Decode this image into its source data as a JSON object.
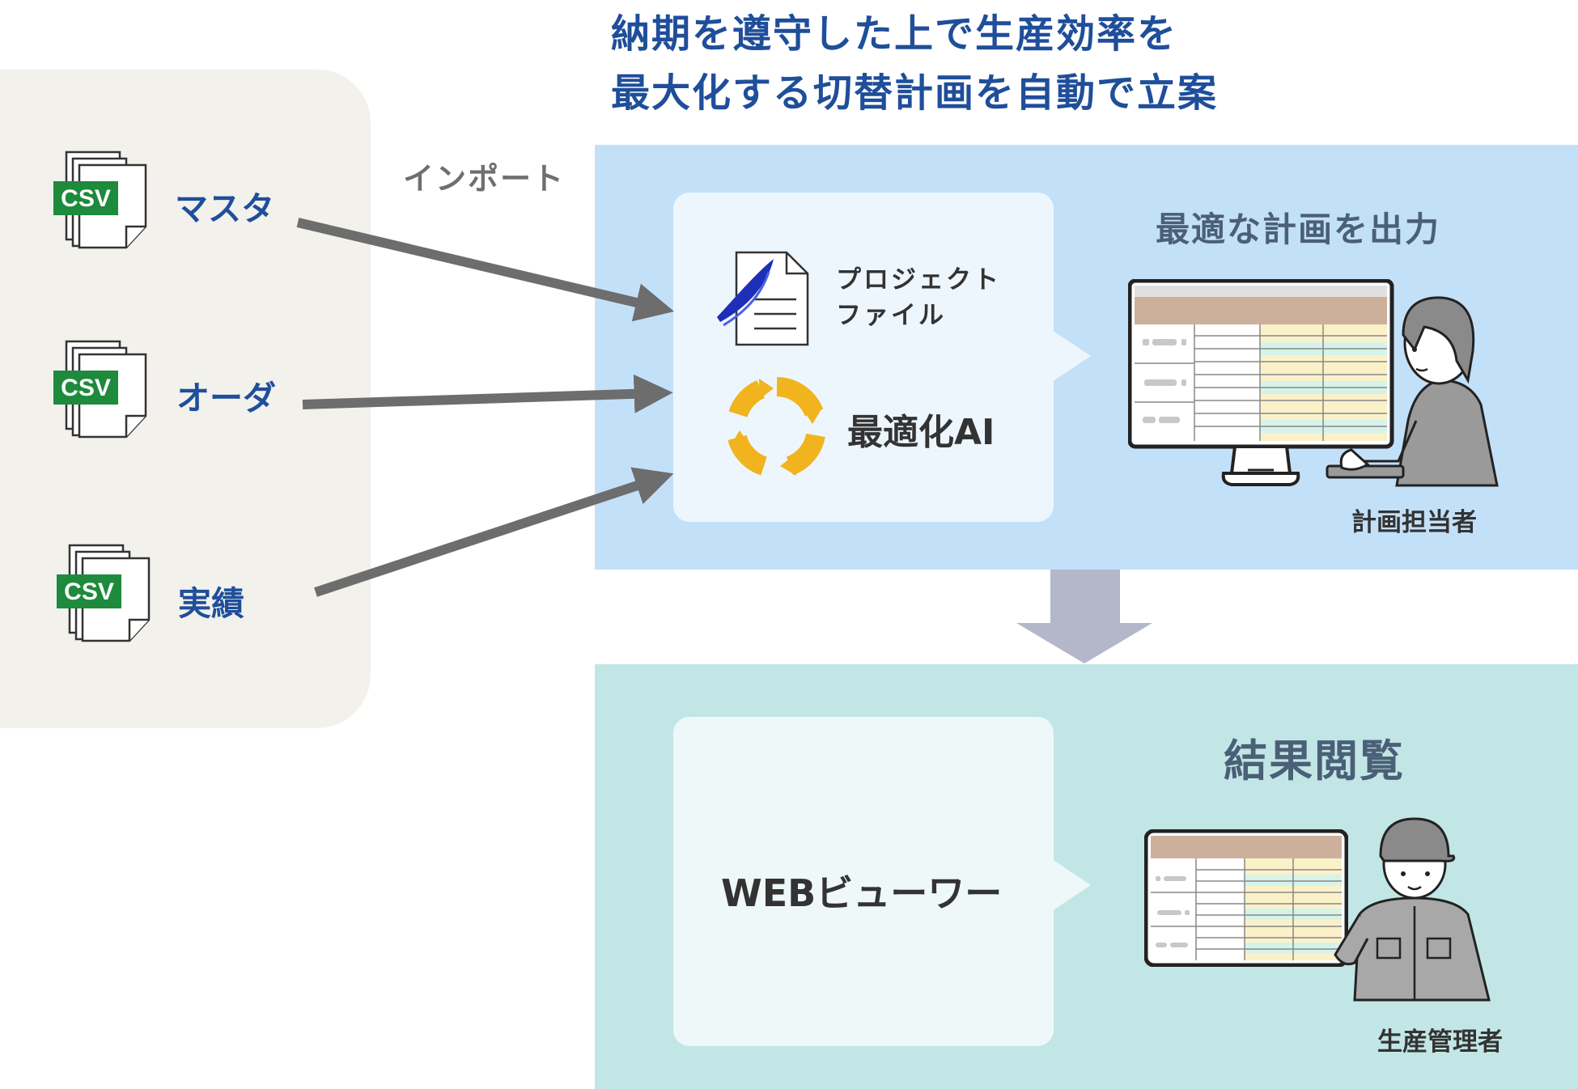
{
  "headline": {
    "line1": "納期を遵守した上で生産効率を",
    "line2": "最大化する切替計画を自動で立案"
  },
  "sources": {
    "import_label": "インポート",
    "items": [
      {
        "badge": "CSV",
        "label": "マスタ"
      },
      {
        "badge": "CSV",
        "label": "オーダ"
      },
      {
        "badge": "CSV",
        "label": "実績"
      }
    ]
  },
  "planning": {
    "project_file_line1": "プロジェクト",
    "project_file_line2": "ファイル",
    "ai_label": "最適化AI",
    "output_title": "最適な計画を出力",
    "person_label": "計画担当者"
  },
  "results": {
    "viewer_label": "WEBビューワー",
    "title": "結果閲覧",
    "person_label": "生産管理者"
  },
  "colors": {
    "headline": "#1f4e9a",
    "csv_badge": "#1e8a3c",
    "top_panel": "#c3e0f9",
    "bottom_panel": "#c2e6e6",
    "ai_ring": "#f1b41e",
    "flow_arrow": "#b4b6c9"
  }
}
